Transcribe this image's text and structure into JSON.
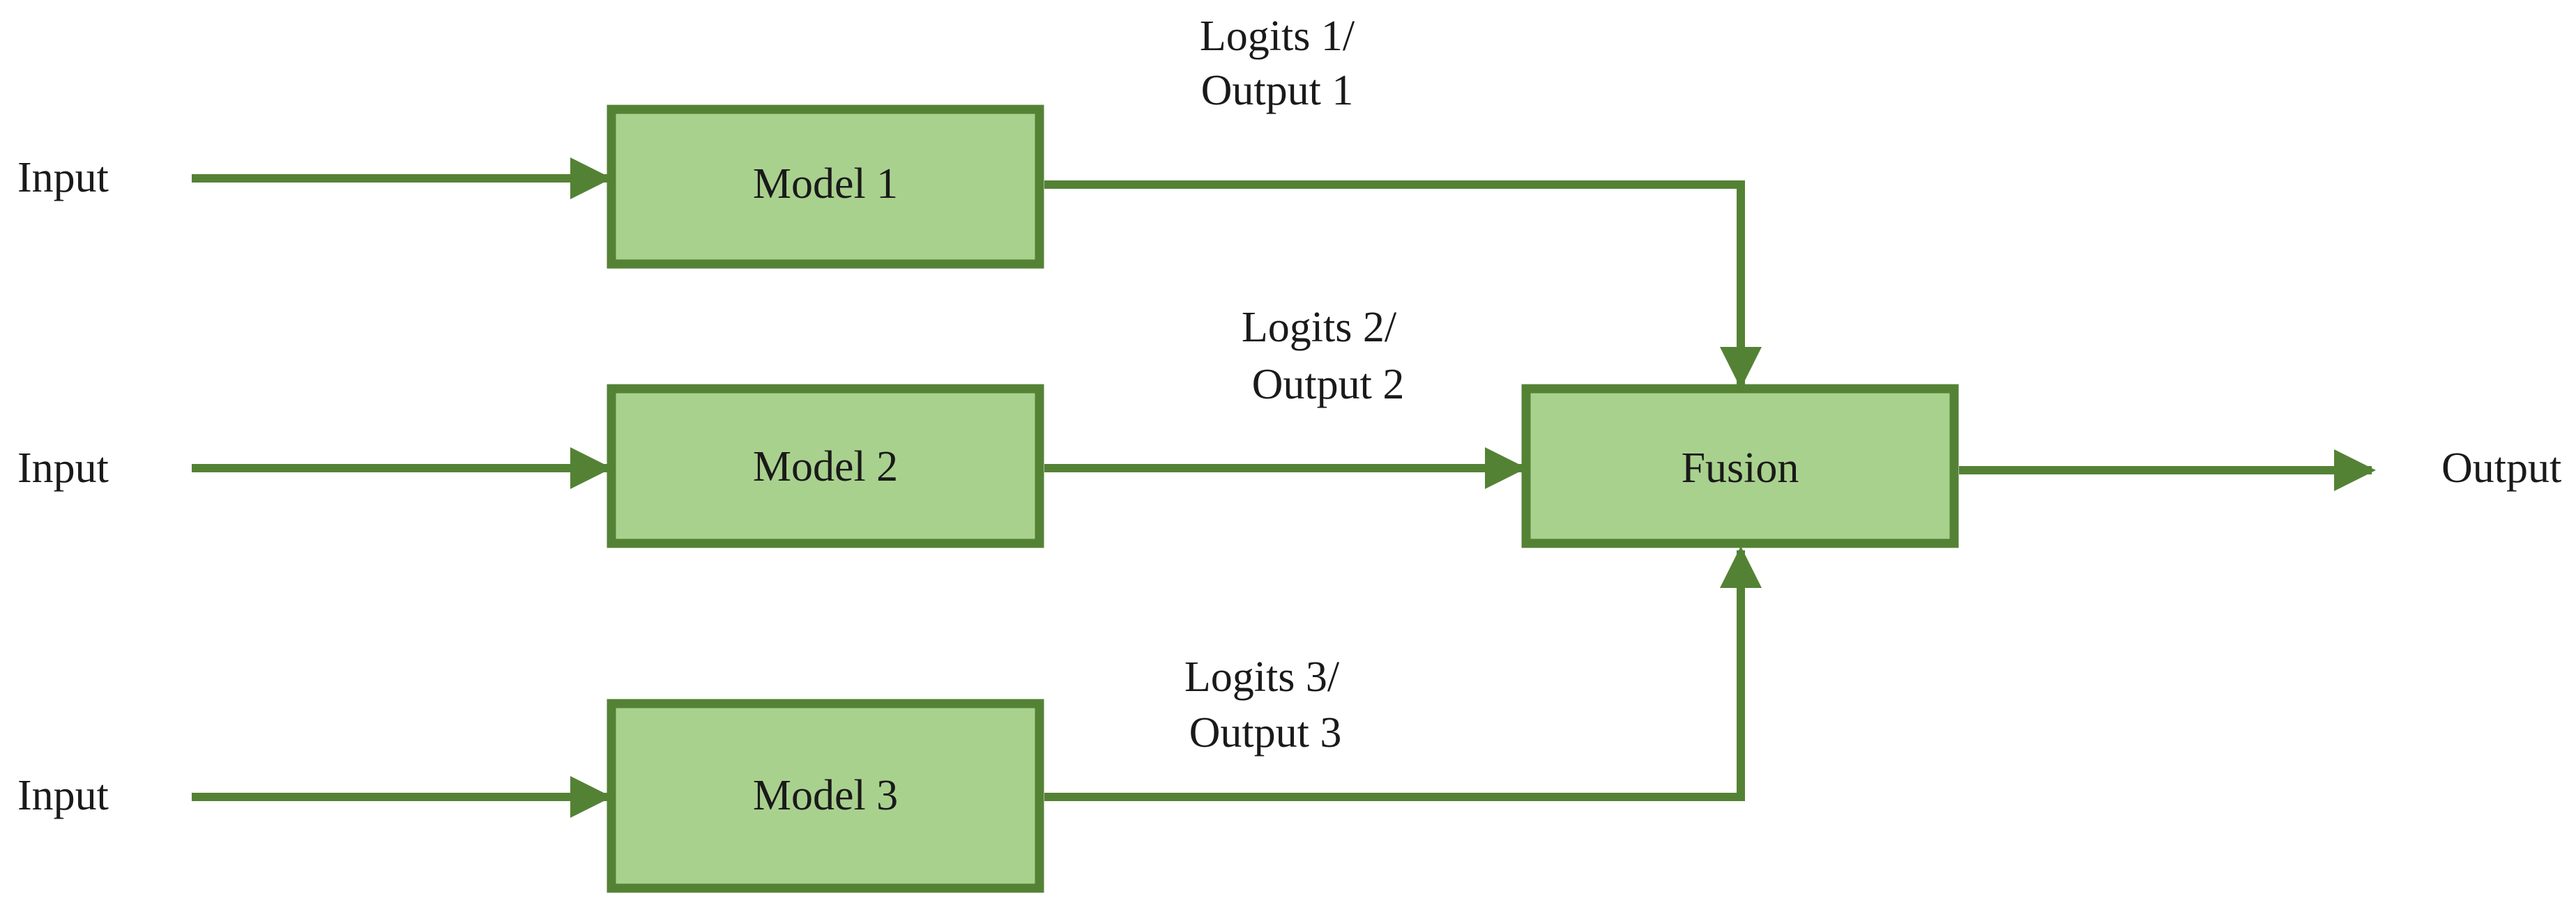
{
  "colors": {
    "box_fill": "#a9d18e",
    "stroke": "#548235",
    "text": "#1a1a1a",
    "background": "#ffffff"
  },
  "inputs": [
    {
      "label": "Input"
    },
    {
      "label": "Input"
    },
    {
      "label": "Input"
    }
  ],
  "models": [
    {
      "label": "Model 1"
    },
    {
      "label": "Model 2"
    },
    {
      "label": "Model 3"
    }
  ],
  "edge_labels": [
    {
      "line1": "Logits 1/",
      "line2": "Output 1"
    },
    {
      "line1": "Logits 2/",
      "line2": "Output 2"
    },
    {
      "line1": "Logits 3/",
      "line2": "Output 3"
    }
  ],
  "fusion": {
    "label": "Fusion"
  },
  "output": {
    "label": "Output"
  }
}
